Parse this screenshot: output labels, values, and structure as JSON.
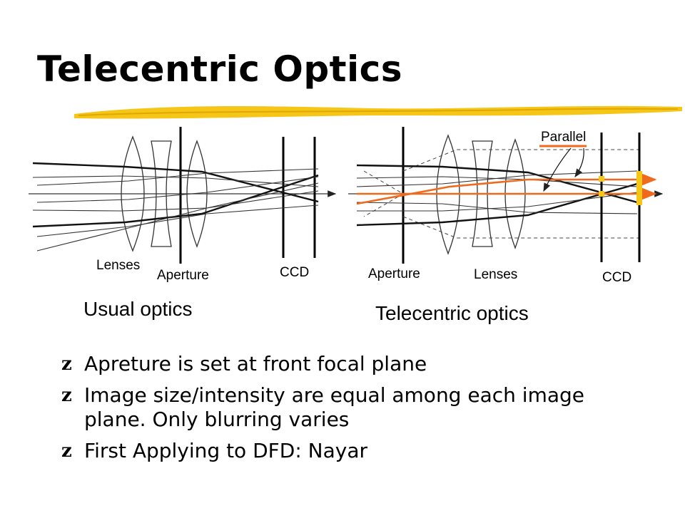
{
  "title": "Telecentric Optics",
  "colors": {
    "accent_yellow": "#F5C518",
    "ray_orange": "#EE6A1C"
  },
  "diagrams": {
    "usual": {
      "labels": {
        "lenses": "Lenses",
        "aperture": "Aperture",
        "ccd": "CCD"
      },
      "caption": "Usual optics"
    },
    "telecentric": {
      "labels": {
        "aperture": "Aperture",
        "lenses": "Lenses",
        "ccd": "CCD",
        "parallel": "Parallel"
      },
      "caption": "Telecentric optics"
    }
  },
  "bullets": [
    {
      "mark": "z",
      "text": "Apreture is set at front focal plane"
    },
    {
      "mark": "z",
      "text": "Image size/intensity are equal among each image plane. Only blurring varies"
    },
    {
      "mark": "z",
      "text": "First Applying to DFD: Nayar"
    }
  ]
}
